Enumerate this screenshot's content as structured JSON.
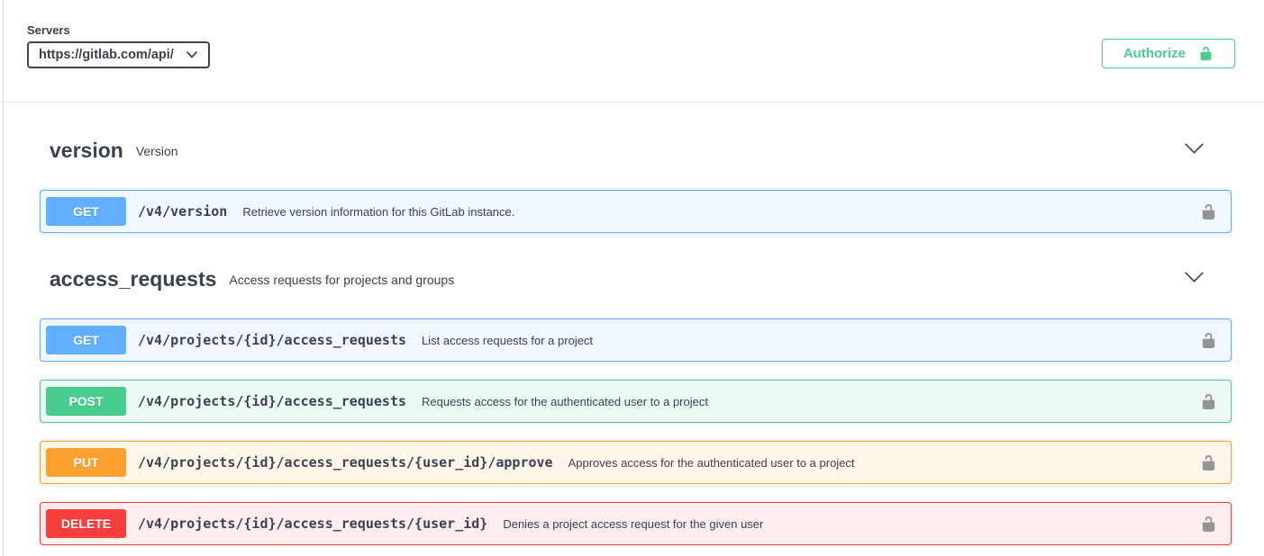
{
  "servers": {
    "label": "Servers",
    "selected": "https://gitlab.com/api/"
  },
  "authorize": {
    "label": "Authorize"
  },
  "sections": [
    {
      "name": "version",
      "description": "Version",
      "operations": [
        {
          "method": "GET",
          "path": "/v4/version",
          "summary": "Retrieve version information for this GitLab instance."
        }
      ]
    },
    {
      "name": "access_requests",
      "description": "Access requests for projects and groups",
      "operations": [
        {
          "method": "GET",
          "path": "/v4/projects/{id}/access_requests",
          "summary": "List access requests for a project"
        },
        {
          "method": "POST",
          "path": "/v4/projects/{id}/access_requests",
          "summary": "Requests access for the authenticated user to a project"
        },
        {
          "method": "PUT",
          "path": "/v4/projects/{id}/access_requests/{user_id}/approve",
          "summary": "Approves access for the authenticated user to a project"
        },
        {
          "method": "DELETE",
          "path": "/v4/projects/{id}/access_requests/{user_id}",
          "summary": "Denies a project access request for the given user"
        }
      ]
    }
  ],
  "colors": {
    "get": "#61affe",
    "post": "#49cc90",
    "put": "#fca130",
    "delete": "#f93e3e",
    "authorize_accent": "#49cc90",
    "lock_gray": "#949494",
    "text": "#3b4151"
  },
  "icons": {
    "servers_dropdown": "chevron-down-icon",
    "authorize": "unlock-icon",
    "section_toggle": "chevron-down-icon",
    "operation_auth": "unlock-icon"
  }
}
